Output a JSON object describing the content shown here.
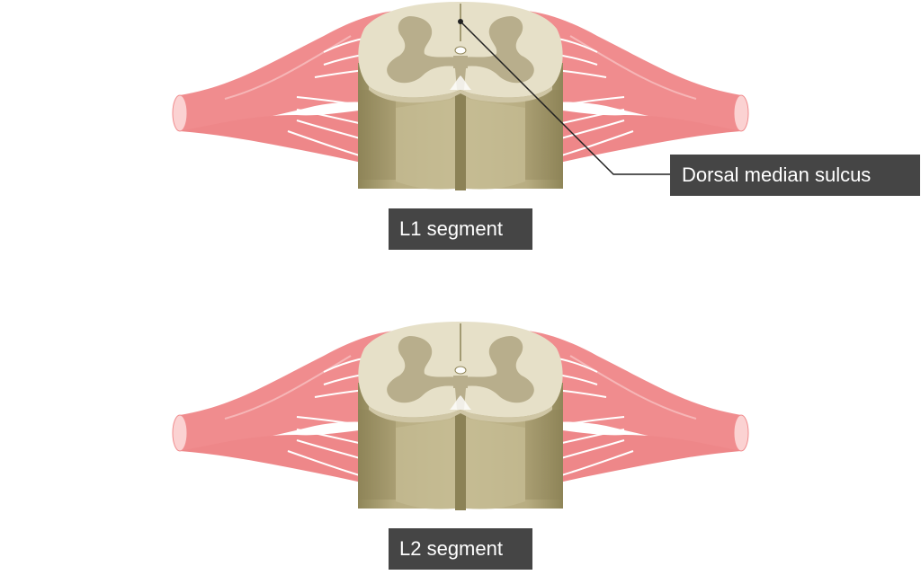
{
  "labels": {
    "dorsal_median_sulcus": "Dorsal median sulcus",
    "segment_1": "L1 segment",
    "segment_2": "L2 segment"
  },
  "colors": {
    "background": "#ffffff",
    "nerve_root": "#f08c8e",
    "nerve_highlight": "#f6b6b7",
    "nerve_end": "#fbd2d2",
    "white_matter_top": "#e6e0c8",
    "white_matter_side": "#b3a880",
    "white_matter_side_dark": "#8c8256",
    "grey_matter": "#b8ae8c",
    "label_box": "#454545",
    "label_text": "#ffffff",
    "leader_line": "#222222"
  }
}
